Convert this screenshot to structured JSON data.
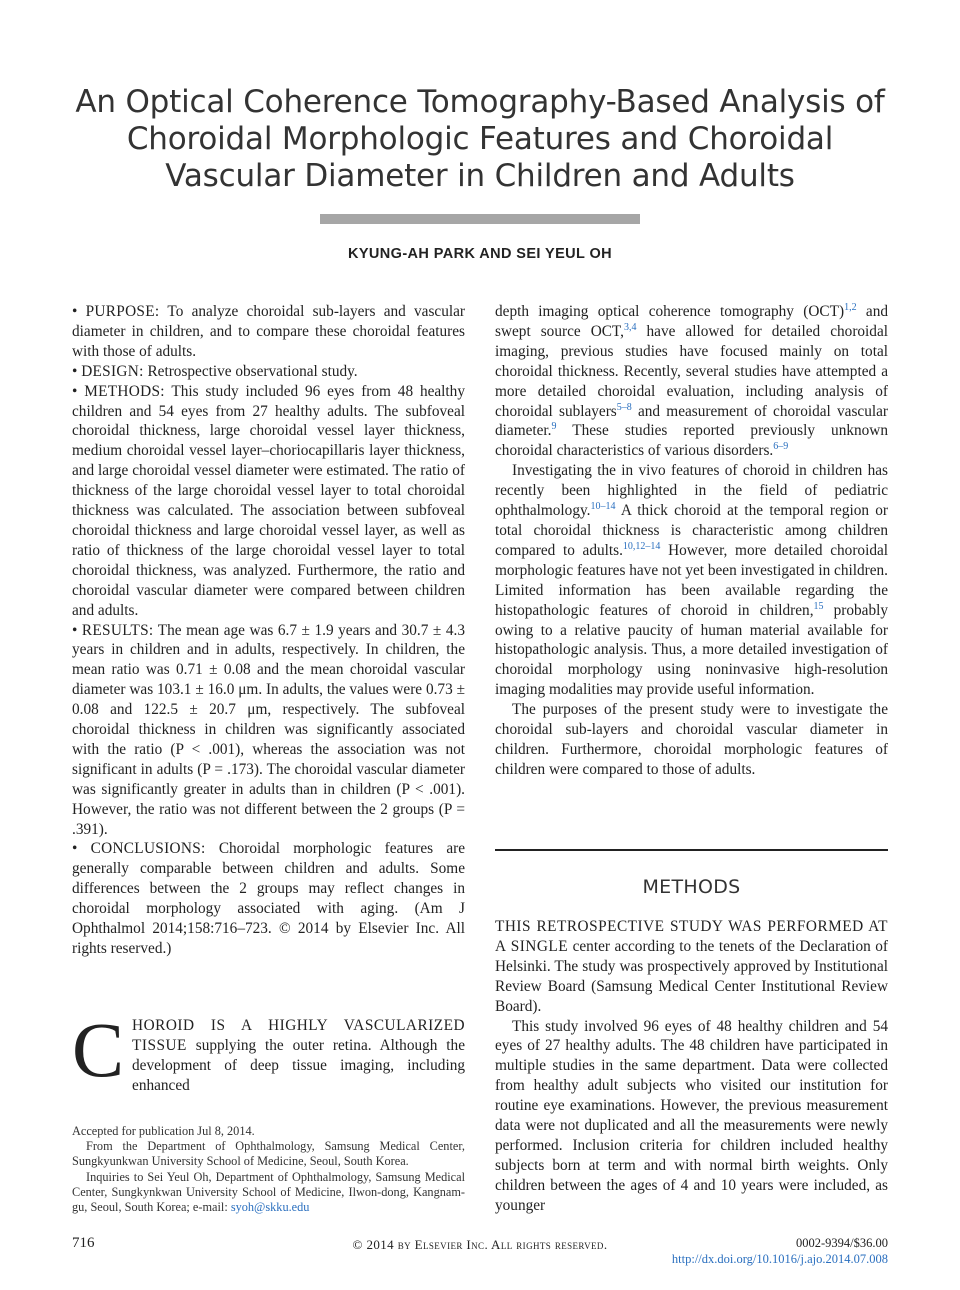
{
  "title": "An Optical Coherence Tomography-Based Analysis of Choroidal Morphologic Features and Choroidal Vascular Diameter in Children and Adults",
  "authors": "KYUNG-AH PARK AND SEI YEUL OH",
  "abstract": {
    "purpose_label": "PURPOSE:",
    "purpose": "To analyze choroidal sub-layers and vascular diameter in children, and to compare these choroidal features with those of adults.",
    "design_label": "DESIGN:",
    "design": "Retrospective observational study.",
    "methods_label": "METHODS:",
    "methods": "This study included 96 eyes from 48 healthy children and 54 eyes from 27 healthy adults. The subfoveal choroidal thickness, large choroidal vessel layer thickness, medium choroidal vessel layer–choriocapillaris layer thickness, and large choroidal vessel diameter were estimated. The ratio of thickness of the large choroidal vessel layer to total choroidal thickness was calculated. The association between subfoveal choroidal thickness and large choroidal vessel layer, as well as ratio of thickness of the large choroidal vessel layer to total choroidal thickness, was analyzed. Furthermore, the ratio and choroidal vascular diameter were compared between children and adults.",
    "results_label": "RESULTS:",
    "results": "The mean age was 6.7 ± 1.9 years and 30.7 ± 4.3 years in children and in adults, respectively. In children, the mean ratio was 0.71 ± 0.08 and the mean choroidal vascular diameter was 103.1 ± 16.0 μm. In adults, the values were 0.73 ± 0.08 and 122.5 ± 20.7 μm, respectively. The subfoveal choroidal thickness in children was significantly associated with the ratio (P < .001), whereas the association was not significant in adults (P = .173). The choroidal vascular diameter was significantly greater in adults than in children (P < .001). However, the ratio was not different between the 2 groups (P = .391).",
    "conclusions_label": "CONCLUSIONS:",
    "conclusions": "Choroidal morphologic features are generally comparable between children and adults. Some differences between the 2 groups may reflect changes in choroidal morphology associated with aging. (Am J Ophthalmol 2014;158:716–723. © 2014 by Elsevier Inc. All rights reserved.)"
  },
  "intro": {
    "dropcap": "C",
    "smallcaps": "HOROID IS A HIGHLY VASCULARIZED TISSUE",
    "text": " supplying the outer retina. Although the development of deep tissue imaging, including enhanced"
  },
  "right_col": {
    "p1_a": "depth imaging optical coherence tomography (OCT)",
    "p1_ref1": "1,2",
    "p1_b": " and swept source OCT,",
    "p1_ref2": "3,4",
    "p1_c": " have allowed for detailed choroidal imaging, previous studies have focused mainly on total choroidal thickness. Recently, several studies have attempted a more detailed choroidal evaluation, including analysis of choroidal sublayers",
    "p1_ref3": "5–8",
    "p1_d": " and measurement of choroidal vascular diameter.",
    "p1_ref4": "9",
    "p1_e": " These studies reported previously unknown choroidal characteristics of various disorders.",
    "p1_ref5": "6–9",
    "p2_a": "Investigating the in vivo features of choroid in children has recently been highlighted in the field of pediatric ophthalmology.",
    "p2_ref1": "10–14",
    "p2_b": " A thick choroid at the temporal region or total choroidal thickness is characteristic among children compared to adults.",
    "p2_ref2": "10,12–14",
    "p2_c": " However, more detailed choroidal morphologic features have not yet been investigated in children. Limited information has been available regarding the histopathologic features of choroid in children,",
    "p2_ref3": "15",
    "p2_d": " probably owing to a relative paucity of human material available for histopathologic analysis. Thus, a more detailed investigation of choroidal morphology using noninvasive high-resolution imaging modalities may provide useful information.",
    "p3": "The purposes of the present study were to investigate the choroidal sub-layers and choroidal vascular diameter in children. Furthermore, choroidal morphologic features of children were compared to those of adults."
  },
  "methods": {
    "heading": "METHODS",
    "lead_smallcaps": "THIS RETROSPECTIVE STUDY WAS PERFORMED AT A SINGLE",
    "p1": " center according to the tenets of the Declaration of Helsinki. The study was prospectively approved by Institutional Review Board (Samsung Medical Center Institutional Review Board).",
    "p2": "This study involved 96 eyes of 48 healthy children and 54 eyes of 27 healthy adults. The 48 children have participated in multiple studies in the same department. Data were collected from healthy adult subjects who visited our institution for routine eye examinations. However, the previous measurement data were not duplicated and all the measurements were newly performed. Inclusion criteria for children included healthy subjects born at term and with normal birth weights. Only children between the ages of 4 and 10 years were included, as younger"
  },
  "footnotes": {
    "accepted": "Accepted for publication Jul 8, 2014.",
    "from": "From the Department of Ophthalmology, Samsung Medical Center, Sungkyunkwan University School of Medicine, Seoul, South Korea.",
    "inquiries": "Inquiries to Sei Yeul Oh, Department of Ophthalmology, Samsung Medical Center, Sungkynkwan University School of Medicine, Ilwon-dong, Kangnam-gu, Seoul, South Korea; e-mail: ",
    "email": "syoh@skku.edu"
  },
  "footer": {
    "page_number": "716",
    "copyright": "© 2014 by Elsevier Inc. All rights reserved.",
    "issn": "0002-9394/$36.00",
    "doi": "http://dx.doi.org/10.1016/j.ajo.2014.07.008"
  }
}
